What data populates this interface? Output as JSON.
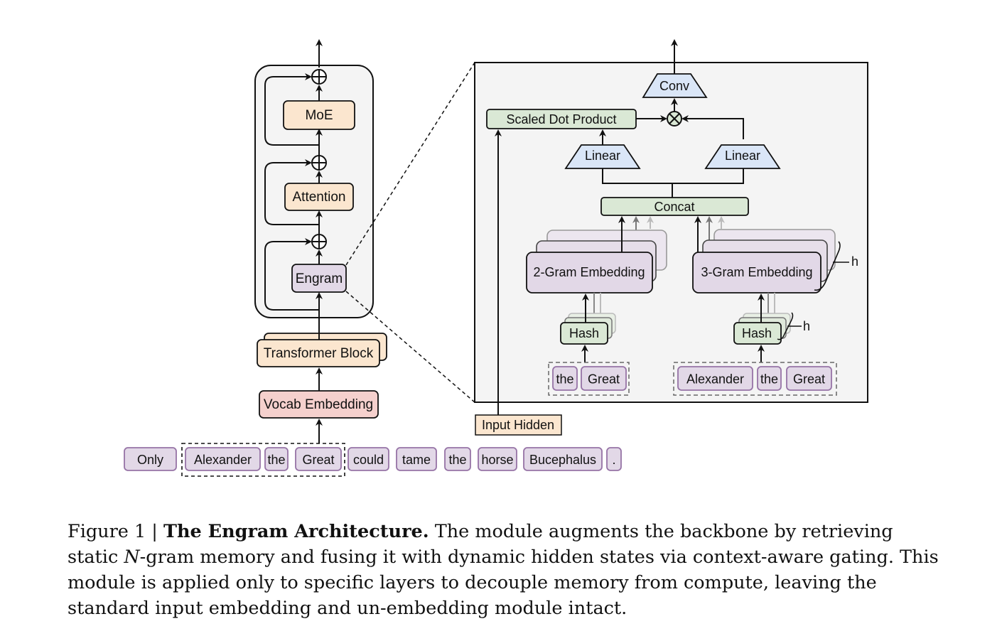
{
  "figure": {
    "colors": {
      "orange_fill": "#fbe6cf",
      "purple_fill": "#e2d8e7",
      "purple_stroke": "#9673a6",
      "green_fill": "#dae8d5",
      "blue_fill": "#dae6f7",
      "red_fill": "#f5d0cd",
      "panel_fill": "#f4f4f4",
      "stroke": "#111111"
    },
    "backbone": {
      "moe": "MoE",
      "attention": "Attention",
      "engram": "Engram",
      "transformer_block": "Transformer Block",
      "vocab_embedding": "Vocab Embedding"
    },
    "tokens": [
      "Only",
      "Alexander",
      "the",
      "Great",
      "could",
      "tame",
      "the",
      "horse",
      "Bucephalus",
      "."
    ],
    "engram_detail": {
      "conv": "Conv",
      "scaled_dot_product": "Scaled Dot Product",
      "linear_left": "Linear",
      "linear_right": "Linear",
      "concat": "Concat",
      "gram2_embedding": "2-Gram Embedding",
      "gram3_embedding": "3-Gram Embedding",
      "hash_2": "Hash",
      "hash_3": "Hash",
      "heads_label_embedding": "h",
      "heads_label_hash": "h",
      "gram2_tokens": [
        "the",
        "Great"
      ],
      "gram3_tokens": [
        "Alexander",
        "the",
        "Great"
      ],
      "input_hidden": "Input Hidden"
    }
  },
  "caption": {
    "prefix": "Figure 1 | ",
    "title": "The Engram Architecture.",
    "text1": " The module augments the backbone by retrieving static ",
    "italic_n": "N",
    "text2": "-gram memory and fusing it with dynamic hidden states via context-aware gating. This module is applied only to specific layers to decouple memory from compute, leaving the standard input embedding and un-embedding module intact."
  }
}
